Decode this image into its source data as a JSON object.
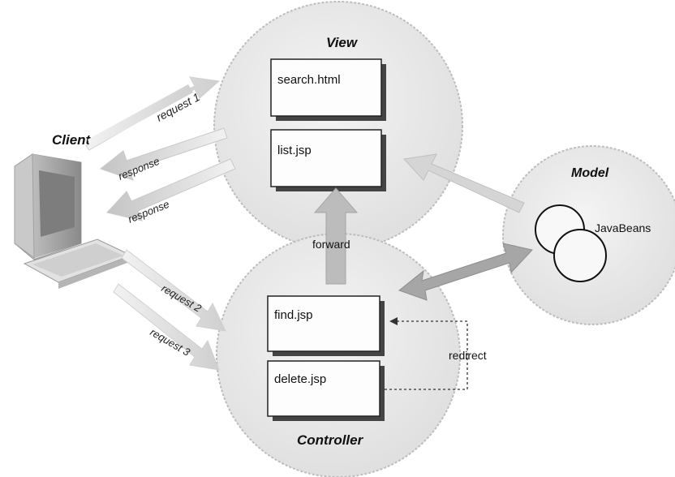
{
  "nodes": {
    "view": {
      "title": "View",
      "files": [
        "search.html",
        "list.jsp"
      ]
    },
    "controller": {
      "title": "Controller",
      "files": [
        "find.jsp",
        "delete.jsp"
      ]
    },
    "model": {
      "title": "Model",
      "component": "JavaBeans"
    },
    "client": {
      "title": "Client"
    }
  },
  "arrows": {
    "request1": "request 1",
    "response1": "response",
    "response2": "response",
    "request2": "request 2",
    "request3": "request 3",
    "forward": "forward",
    "redirect": "redirect"
  },
  "colors": {
    "circle_fill": "#e9e9e9",
    "circle_stroke": "#b8b8b8",
    "arrow_light": "#dcdcdc",
    "arrow_medium": "#c8c8c8",
    "arrow_dark": "#a8a8a8",
    "box_shadow": "#444444"
  }
}
